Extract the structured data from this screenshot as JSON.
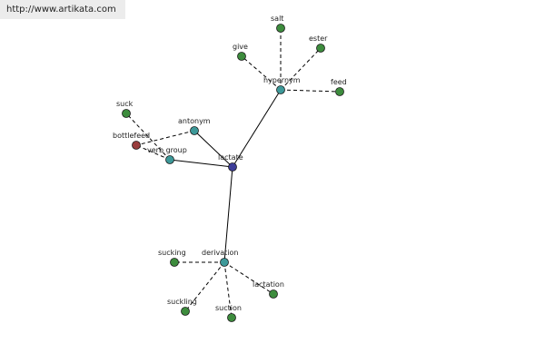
{
  "site_url": "http://www.artikata.com",
  "colors": {
    "center": "#3d3d99",
    "relation": "#3d9999",
    "leaf": "#3d8c3d",
    "alt": "#993d3d",
    "edge": "#000000"
  },
  "graph": {
    "nodes": [
      {
        "id": "lactate",
        "label": "lactate",
        "kind": "center"
      },
      {
        "id": "hypernym",
        "label": "hypernym",
        "kind": "relation"
      },
      {
        "id": "antonym",
        "label": "antonym",
        "kind": "relation"
      },
      {
        "id": "verb_group",
        "label": "verb group",
        "kind": "relation"
      },
      {
        "id": "derivation",
        "label": "derivation",
        "kind": "relation"
      },
      {
        "id": "salt",
        "label": "salt",
        "kind": "leaf"
      },
      {
        "id": "give",
        "label": "give",
        "kind": "leaf"
      },
      {
        "id": "ester",
        "label": "ester",
        "kind": "leaf"
      },
      {
        "id": "feed",
        "label": "feed",
        "kind": "leaf"
      },
      {
        "id": "suck",
        "label": "suck",
        "kind": "leaf"
      },
      {
        "id": "bottlefeed",
        "label": "bottlefeed",
        "kind": "alt"
      },
      {
        "id": "sucking",
        "label": "sucking",
        "kind": "leaf"
      },
      {
        "id": "lactation",
        "label": "lactation",
        "kind": "leaf"
      },
      {
        "id": "suckling",
        "label": "suckling",
        "kind": "leaf"
      },
      {
        "id": "suction",
        "label": "suction",
        "kind": "leaf"
      }
    ],
    "edges": [
      {
        "from": "lactate",
        "to": "hypernym",
        "style": "solid"
      },
      {
        "from": "lactate",
        "to": "antonym",
        "style": "solid"
      },
      {
        "from": "lactate",
        "to": "verb_group",
        "style": "solid"
      },
      {
        "from": "lactate",
        "to": "derivation",
        "style": "solid"
      },
      {
        "from": "hypernym",
        "to": "salt",
        "style": "dashed"
      },
      {
        "from": "hypernym",
        "to": "give",
        "style": "dashed"
      },
      {
        "from": "hypernym",
        "to": "ester",
        "style": "dashed"
      },
      {
        "from": "hypernym",
        "to": "feed",
        "style": "dashed"
      },
      {
        "from": "antonym",
        "to": "bottlefeed",
        "style": "dashed"
      },
      {
        "from": "verb_group",
        "to": "bottlefeed",
        "style": "dashed"
      },
      {
        "from": "verb_group",
        "to": "suck",
        "style": "dashed"
      },
      {
        "from": "derivation",
        "to": "sucking",
        "style": "dashed"
      },
      {
        "from": "derivation",
        "to": "lactation",
        "style": "dashed"
      },
      {
        "from": "derivation",
        "to": "suckling",
        "style": "dashed"
      },
      {
        "from": "derivation",
        "to": "suction",
        "style": "dashed"
      }
    ]
  }
}
